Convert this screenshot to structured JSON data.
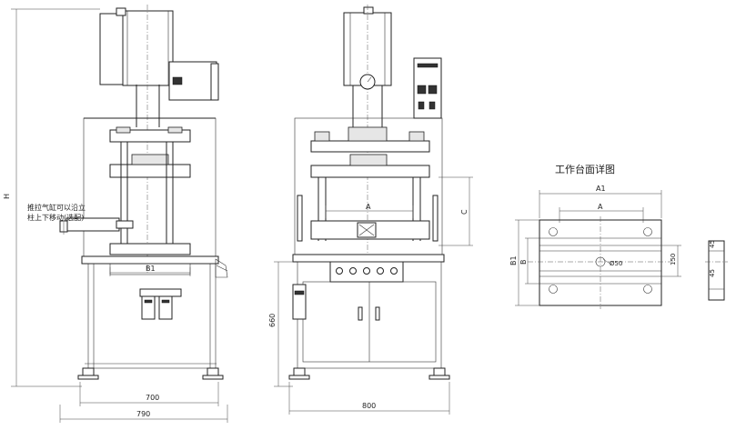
{
  "dimensions": {
    "overall_height": "H",
    "left_frame_width": "700",
    "left_total_width": "790",
    "right_frame_width": "800",
    "table_height": "660",
    "plate_width": "B1",
    "stroke": "C",
    "platen": "A"
  },
  "notes": {
    "left_note_line1": "推拉气缸可以沿立",
    "left_note_line2": "柱上下移动(选配)"
  },
  "table_detail": {
    "title": "工作台面详图",
    "overall_width": "A1",
    "slot_spacing": "A",
    "overall_depth": "B1",
    "slot_depth": "B",
    "hole_spacing": "150",
    "center_hole": "Ø50"
  },
  "side_view": {
    "label_top": "45",
    "label_bottom": "45"
  }
}
